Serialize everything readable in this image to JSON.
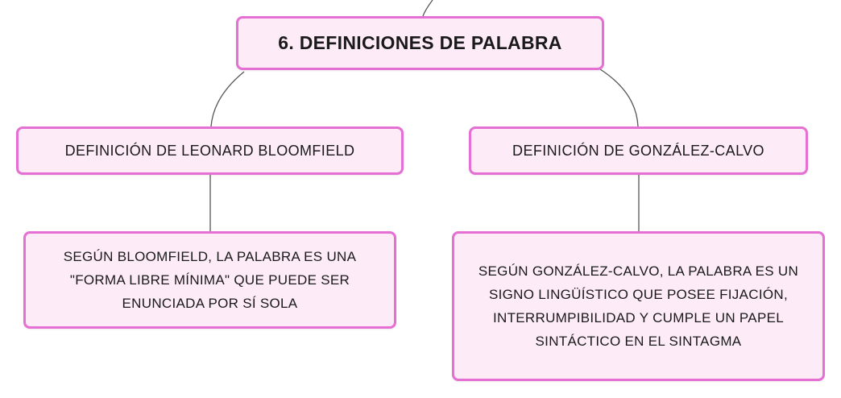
{
  "root": {
    "title": "6. DEFINICIONES DE PALABRA"
  },
  "branches": [
    {
      "heading": "DEFINICIÓN DE LEONARD BLOOMFIELD",
      "lines": [
        "SEGÚN BLOOMFIELD, LA PALABRA ES UNA",
        "\"FORMA LIBRE MÍNIMA\" QUE PUEDE SER",
        "ENUNCIADA POR SÍ SOLA"
      ]
    },
    {
      "heading": "DEFINICIÓN DE GONZÁLEZ-CALVO",
      "lines": [
        "SEGÚN GONZÁLEZ-CALVO, LA PALABRA ES UN",
        "SIGNO LINGÜÍSTICO QUE POSEE FIJACIÓN,",
        "INTERRUMPIBILIDAD Y CUMPLE UN PAPEL",
        "SINTÁCTICO EN EL SINTAGMA"
      ]
    }
  ],
  "colors": {
    "node_fill": "#fdebf8",
    "node_border": "#e56fd3",
    "connector": "#555555"
  }
}
